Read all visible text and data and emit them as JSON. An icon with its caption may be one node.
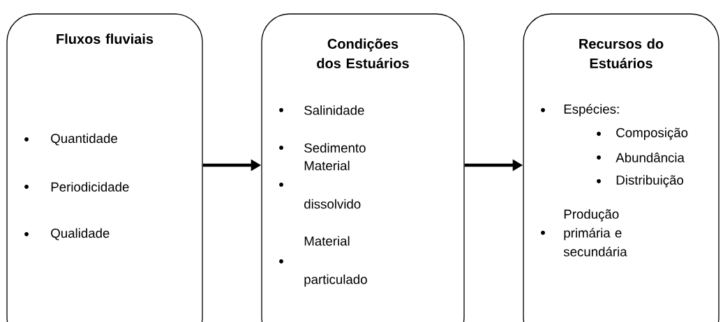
{
  "diagram": {
    "nodes": [
      {
        "text": [
          "Fluxos fluviais",
          "Quantidade",
          "Periodicidade",
          "Qualidade"
        ]
      },
      {
        "text": [
          "Condições dos Estuários",
          "Salinidade",
          "Sedimento",
          "Material dissolvido",
          "Material particulado"
        ]
      },
      {
        "text": [
          "Recursos do Estuários",
          "Espécies:",
          "Composição",
          "Abundância",
          "Distribuição",
          "Produção primária e secundária"
        ]
      }
    ],
    "edges": [
      {
        "from": 0,
        "to": 1,
        "arrow": "to"
      },
      {
        "from": 1,
        "to": 2,
        "arrow": "to"
      }
    ]
  }
}
